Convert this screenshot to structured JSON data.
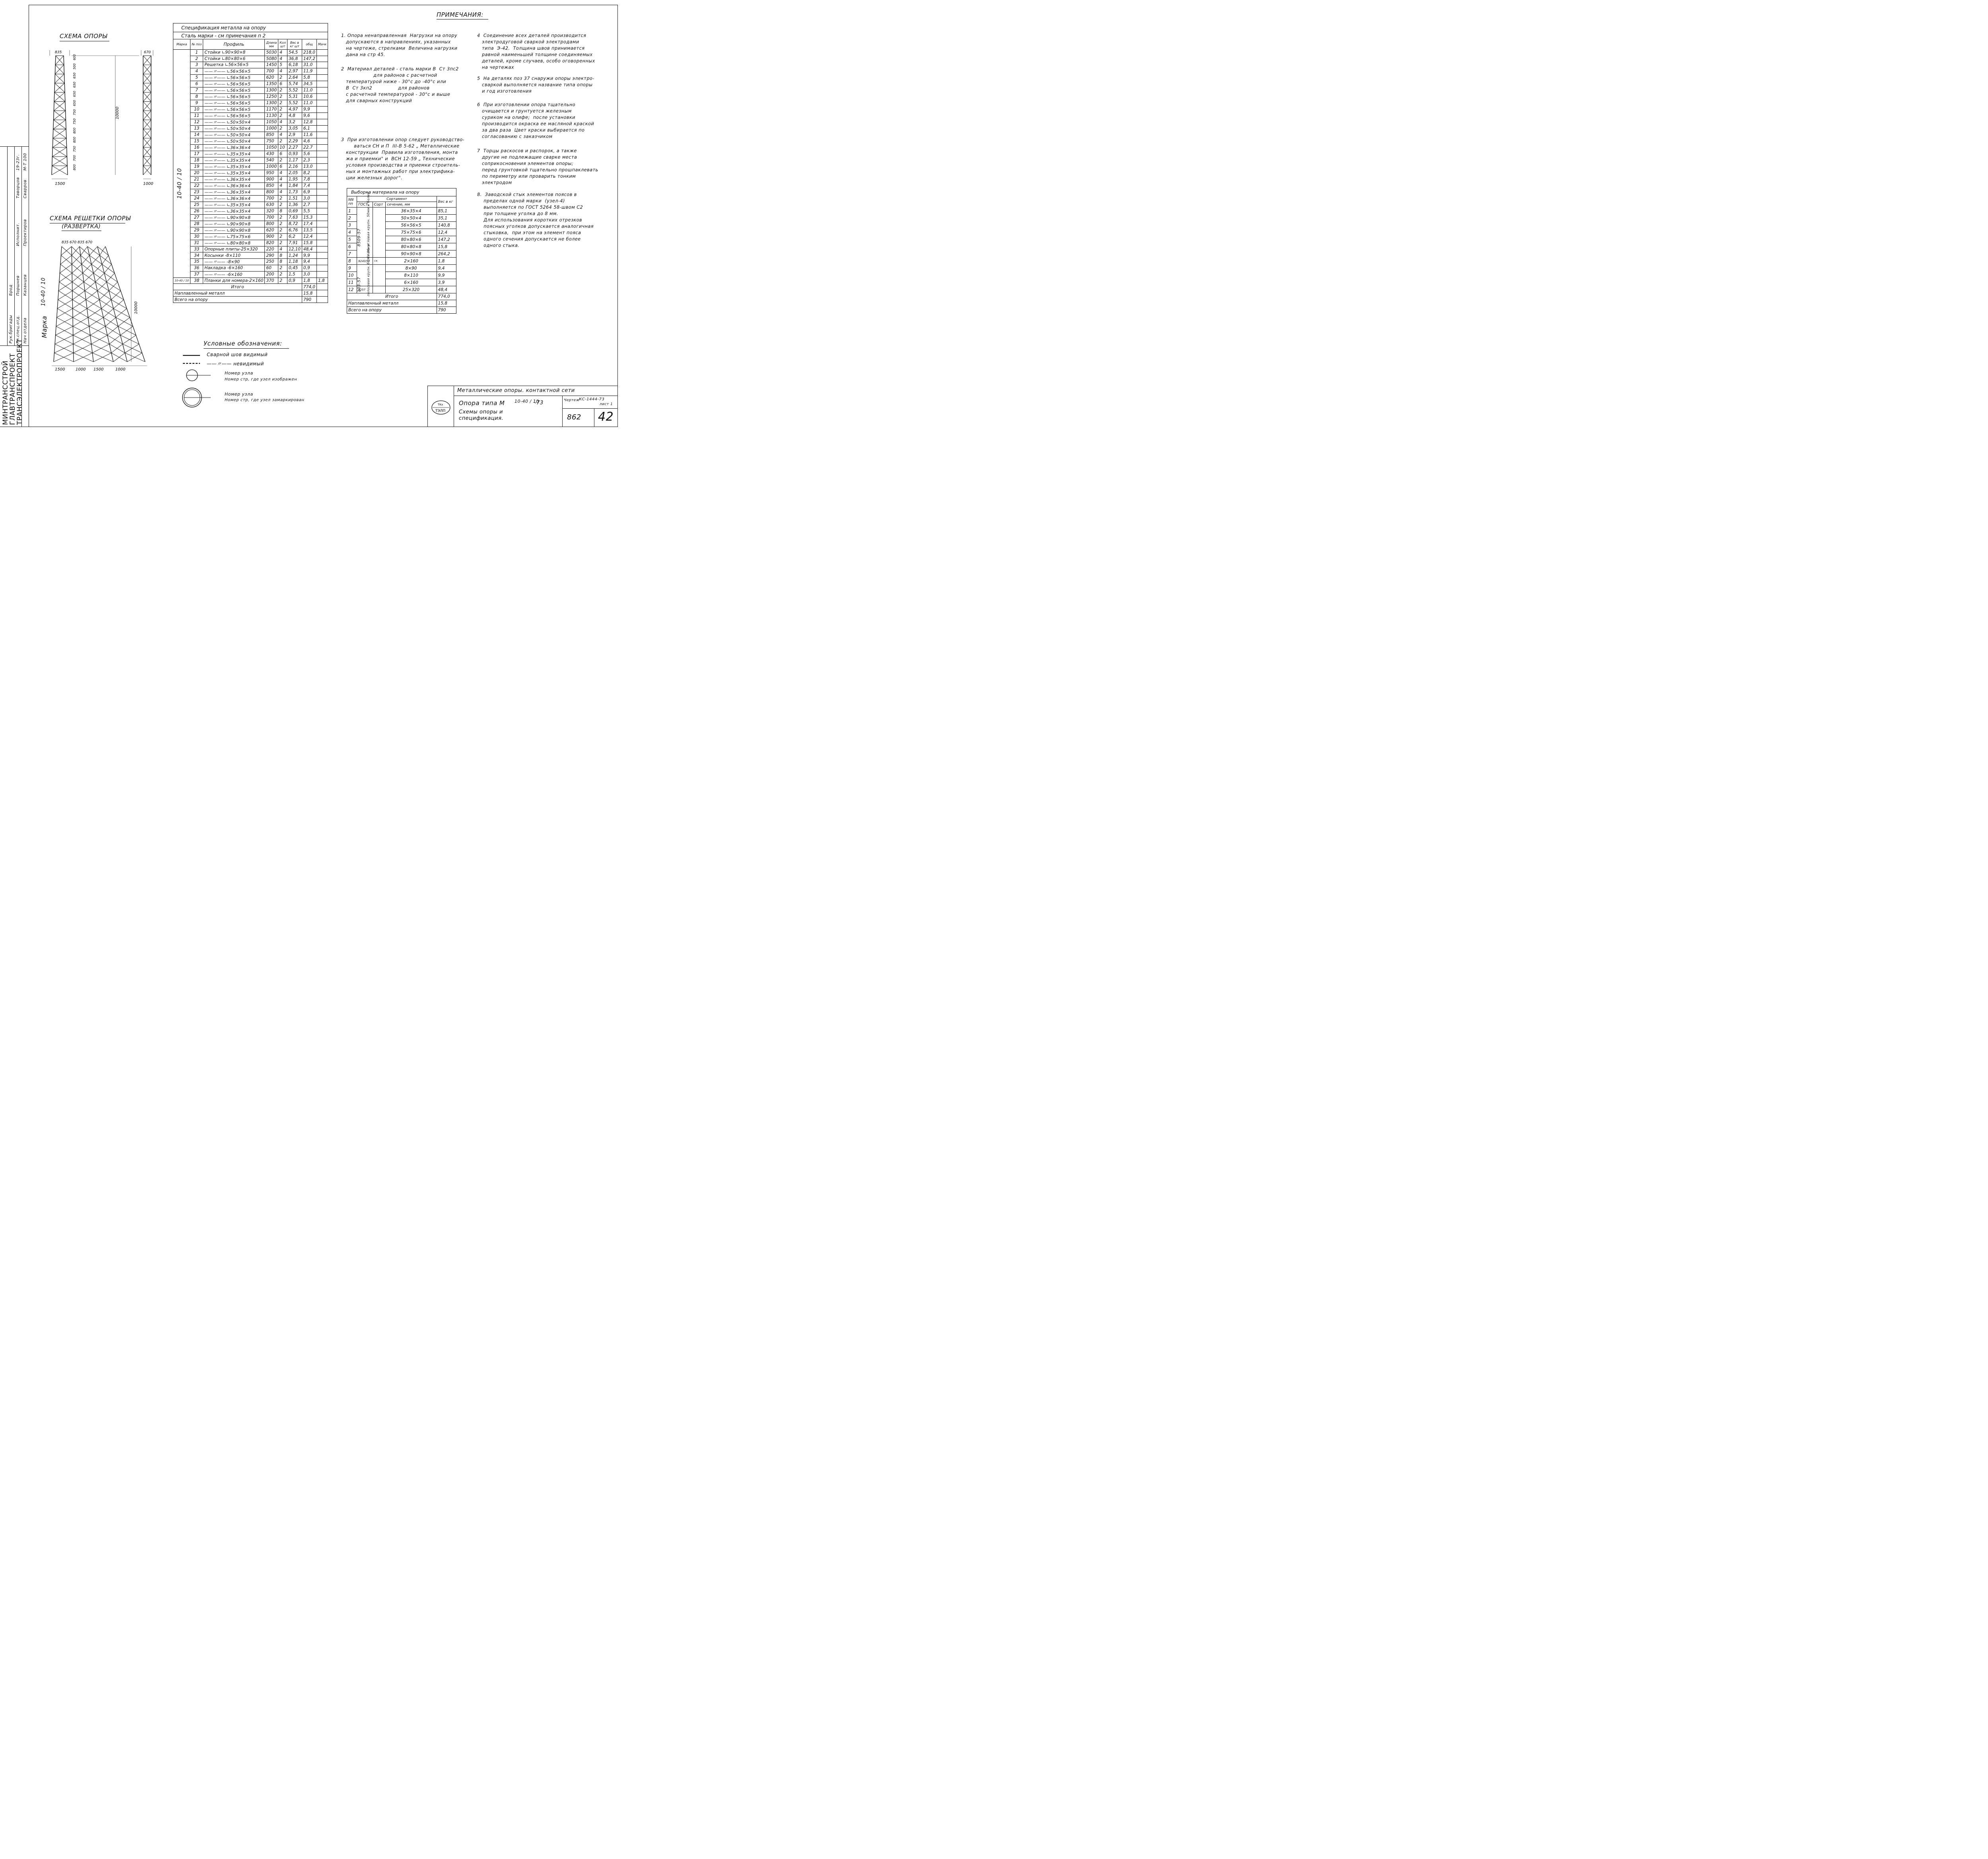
{
  "headings": {
    "scheme": "СХЕМА ОПОРЫ",
    "lattice": "СХЕМА РЕШЕТКИ ОПОРЫ",
    "lattice_sub": "(РАЗВЕРТКА)",
    "notes": "ПРИМЕЧАНИЯ:",
    "legend": "Условные обозначения:",
    "marka_label": "Марка",
    "marka_value": "10-40 / 10"
  },
  "scheme_dims": {
    "top_left": "835",
    "top_right": "670",
    "bottom_left": "1500",
    "bottom_right": "1000",
    "height": "10000",
    "bottom_gap": "50",
    "panels": [
      "600",
      "500",
      "650",
      "650",
      "650",
      "650",
      "750",
      "750",
      "800",
      "800",
      "750",
      "700",
      "800"
    ]
  },
  "lattice_dims": {
    "top": "835 670 835 670",
    "bottom": [
      "1500",
      "1000",
      "1500",
      "1000"
    ],
    "height": "10000",
    "bottom_gap": "50"
  },
  "spec": {
    "title": "Спецификация металла на опору",
    "subtitle": "Сталь марки - см примечания п 2",
    "headers": [
      "Марка",
      "№ поз",
      "Профиль",
      "Длина мм",
      "Кол шт",
      "Вес в кг шт",
      "общ",
      "Мачк"
    ],
    "weight_group": "Вес в кг",
    "marka_cell": "10-40 / 10",
    "marka_38": "10-40 / 10",
    "rows": [
      [
        "1",
        "Стойки ∟90×90×8",
        "5030",
        "4",
        "54,5",
        "218,0"
      ],
      [
        "2",
        "Стойки ∟80×80×6",
        "5080",
        "4",
        "36,8",
        "147,2"
      ],
      [
        "3",
        "Решетка ∟56×56×5",
        "1450",
        "5",
        "6,18",
        "31,0"
      ],
      [
        "4",
        "——〃—— ∟56×56×5",
        "700",
        "4",
        "2,97",
        "11,9"
      ],
      [
        "5",
        "——〃—— ∟56×56×5",
        "620",
        "2",
        "2,64",
        "5,8"
      ],
      [
        "6",
        "——〃—— ∟56×56×5",
        "1350",
        "6",
        "5,74",
        "34,5"
      ],
      [
        "7",
        "——〃—— ∟56×56×5",
        "1300",
        "2",
        "5,52",
        "11,0"
      ],
      [
        "8",
        "——〃—— ∟56×56×5",
        "1250",
        "2",
        "5,31",
        "10,6"
      ],
      [
        "9",
        "——〃—— ∟56×56×5",
        "1300",
        "2",
        "5,52",
        "11,0"
      ],
      [
        "10",
        "——〃—— ∟56×56×5",
        "1170",
        "2",
        "4,97",
        "9,9"
      ],
      [
        "11",
        "——〃—— ∟56×56×5",
        "1130",
        "2",
        "4,8",
        "9,6"
      ],
      [
        "12",
        "——〃—— ∟50×50×4",
        "1050",
        "4",
        "3,2",
        "12,8"
      ],
      [
        "13",
        "——〃—— ∟50×50×4",
        "1000",
        "2",
        "3,05",
        "6,1"
      ],
      [
        "14",
        "——〃—— ∟50×50×4",
        "850",
        "4",
        "2,9",
        "11,6"
      ],
      [
        "15",
        "——〃—— ∟50×50×4",
        "750",
        "2",
        "2,29",
        "4,6"
      ],
      [
        "16",
        "——〃—— ∟36×36×4",
        "1050",
        "10",
        "2,27",
        "22,7"
      ],
      [
        "17",
        "——〃—— ∟35×35×4",
        "430",
        "6",
        "0,93",
        "5,6"
      ],
      [
        "18",
        "——〃—— ∟35×35×4",
        "540",
        "2",
        "1,17",
        "2,3"
      ],
      [
        "19",
        "——〃—— ∟35×35×4",
        "1000",
        "6",
        "2,16",
        "13,0"
      ],
      [
        "20",
        "——〃—— ∟35×35×4",
        "950",
        "4",
        "2,05",
        "8,2"
      ],
      [
        "21",
        "——〃—— ∟36×35×4",
        "900",
        "4",
        "1,95",
        "7,8"
      ],
      [
        "22",
        "——〃—— ∟36×36×4",
        "850",
        "4",
        "1,84",
        "7,4"
      ],
      [
        "23",
        "——〃—— ∟36×35×4",
        "800",
        "4",
        "1,73",
        "6,9"
      ],
      [
        "24",
        "——〃—— ∟36×36×4",
        "700",
        "2",
        "1,51",
        "3,0"
      ],
      [
        "25",
        "——〃—— ∟35×35×4",
        "630",
        "2",
        "1,36",
        "2,7"
      ],
      [
        "26",
        "——〃—— ∟36×35×4",
        "320",
        "8",
        "0,69",
        "5,5"
      ],
      [
        "27",
        "——〃—— ∟90×90×8",
        "700",
        "2",
        "7,63",
        "15,3"
      ],
      [
        "28",
        "——〃—— ∟90×90×8",
        "800",
        "2",
        "8,72",
        "17,4"
      ],
      [
        "29",
        "——〃—— ∟90×90×8",
        "620",
        "2",
        "6,76",
        "13,5"
      ],
      [
        "30",
        "——〃—— ∟75×75×6",
        "900",
        "2",
        "6,2",
        "12,4"
      ],
      [
        "31",
        "——〃—— ∟80×80×8",
        "820",
        "2",
        "7,91",
        "15,8"
      ],
      [
        "33",
        "Опорные плиты-25×320",
        "220",
        "4",
        "12,10",
        "48,4"
      ],
      [
        "34",
        "Косынки -8×110",
        "290",
        "8",
        "1,24",
        "9,9"
      ],
      [
        "35",
        "——〃—— -8×90",
        "250",
        "8",
        "1,18",
        "9,4"
      ],
      [
        "36",
        "Накладка -6×160",
        "60",
        "2",
        "0,45",
        "0,9"
      ],
      [
        "37",
        "——〃—— -6×160",
        "200",
        "2",
        "1,5",
        "3,0"
      ],
      [
        "38",
        "Планки для номера-2×160",
        "370",
        "2",
        "0,9",
        "1,8"
      ]
    ],
    "r38_extra": "1,8",
    "total_label": "Итого",
    "total": "774,0",
    "weld_label": "Наплавленный металл",
    "weld": "15,8",
    "all_label": "Всего на опору",
    "all": "790"
  },
  "selection": {
    "title": "Выборка материала на опору",
    "h_nn": "NN пп",
    "h_assort": "Сортамент",
    "h_gost": "ГОСТ,",
    "h_sort": "Сорт",
    "h_section": "сечение, мм",
    "h_weight": "Вес в кг",
    "gost_a": "8509-57",
    "gost_b": "103-57",
    "gost_c": "8257",
    "gost_d": "8240/57",
    "sort_a": "Сталь угловая крупн. 50мм и более",
    "sort_a_top": "средняя 35-45мм",
    "sort_b": "полосовая крупн. более 36мм",
    "sort_b_top": "средняя до 3,5мм",
    "rows": [
      [
        "1",
        "36×35×4",
        "85,1"
      ],
      [
        "2",
        "50×50×4",
        "35,1"
      ],
      [
        "3",
        "56×56×5",
        "140,8"
      ],
      [
        "4",
        "75×75×6",
        "12,4"
      ],
      [
        "5",
        "80×80×6",
        "147,2"
      ],
      [
        "6",
        "80×80×8",
        "15,8"
      ],
      [
        "7",
        "90×90×8",
        "264,2"
      ],
      [
        "8",
        "2×160",
        "1,8"
      ],
      [
        "9",
        "8×90",
        "9,4"
      ],
      [
        "10",
        "8×110",
        "9,9"
      ],
      [
        "11",
        "6×160",
        "3,9"
      ],
      [
        "12",
        "25×320",
        "48,4"
      ]
    ],
    "total_label": "Итого",
    "total": "774,0",
    "weld_label": "Наплавленный металл",
    "weld": "15,8",
    "all_label": "Всего на опору",
    "all": "790"
  },
  "notes": {
    "n1": "1. Опора ненаправленная  Нагрузки на опору\n   допускаются в направлениях, указанных\n   на чертеже, стрелками  Величина нагрузки\n   дана на стр 45.",
    "n2": "2  Материал деталей - сталь марки В  Ст 3пс2\n                    для районов с расчетной\n   температурой ниже - 30°с до -40°с или\n   В  Ст 3кп2                для районов\n   с расчетной температурой - 30°с и выше\n   для сварных конструкций",
    "n3": "3  При изготовлении опор следует руководство-\n        ваться СН и П  III-В 5-62 „ Металлические\n   конструкции  Правила изготовления, монта\n   жа и приемки\" и  ВСН 12-59 „ Технические\n   условия производства и приемки строитель-\n   ных и монтажных работ при электрифика-\n   ции железных дорог\".",
    "n4": "4  Соединение всех деталей производится\n   электродуговой сваркой электродами\n   типа  Э-42.  Толщина швов принимается\n   равной наименьшей толщине соединяемых\n   деталей, кроме случаев, особо оговоренных\n   на чертежах",
    "n5": "5  На деталях поз 37 снаружи опоры электро-\n   сваркой выполняется название типа опоры\n   и год изготовления",
    "n6": "6  При изготовлении опора тщательно\n   очищается и грунтуется железным\n   суриком на олифе;  после установки\n   производится окраска ее масляной краской\n   за два раза  Цвет краски выбирается по\n   согласованию с заказчиком",
    "n7": "7  Торцы раскосов и распорок, а также\n   другие не подлежащие сварке места\n   соприкосновения элементов опоры;\n   перед грунтовкой тщательно прошпаклевать\n   по периметру или проварить тонким\n   электродом",
    "n8": "8.  Заводской стык элементов поясов в\n    пределах одной марки  (узел-4)\n    выполняется по ГОСТ 5264 58-швом С2\n    при толщине уголка до 8 мм.\n    Для использования коротких отрезков\n    поясных уголков допускается аналогичная\n    стыковка,  при этом на элемент пояса\n    одного сечения допускается не более\n    одного стыка."
  },
  "legend": {
    "weld_visible": "Сварной шов видимый",
    "weld_hidden": "——〃——   невидимый",
    "node_number": "Номер узла",
    "page_shown": "Номер   стр, где узел изображен",
    "node_number_2": "Номер узла",
    "page_marked": "Номер   стр, где узел замаркирован"
  },
  "side_stamp": {
    "org1": "МИНТРАНССТРОЙ",
    "org2": "ГЛАВТРАНСПРОЕКТ",
    "org3": "ТРАНСЭЛЕКТРОПРОЕКТ",
    "row1": [
      "Нач отдела",
      "",
      "Казанцев",
      "Проектиров",
      "Сварров",
      "М-Т 100"
    ],
    "row2": [
      "Гл.спец.отд.",
      "",
      "Поршнев",
      "Исполнит.",
      "Таворцов",
      "19-23г."
    ],
    "row3": [
      "Рук.бригады",
      "",
      "Брод",
      "",
      "",
      ""
    ]
  },
  "title_block": {
    "line1": "Металлические опоры. контактной сети",
    "type_label": "Опора типа  М",
    "type_frac": "10-40 / 10",
    "type_year": "-73",
    "line3": "Схемы опоры и",
    "line4": "спецификация.",
    "drawing_label": "Чертеж",
    "drawing_no": "КС-1444-73",
    "sheet_label": "лист 1",
    "number": "862",
    "page": "42",
    "logo_top": "ТЭЛП",
    "logo_mini": "ТКх"
  }
}
